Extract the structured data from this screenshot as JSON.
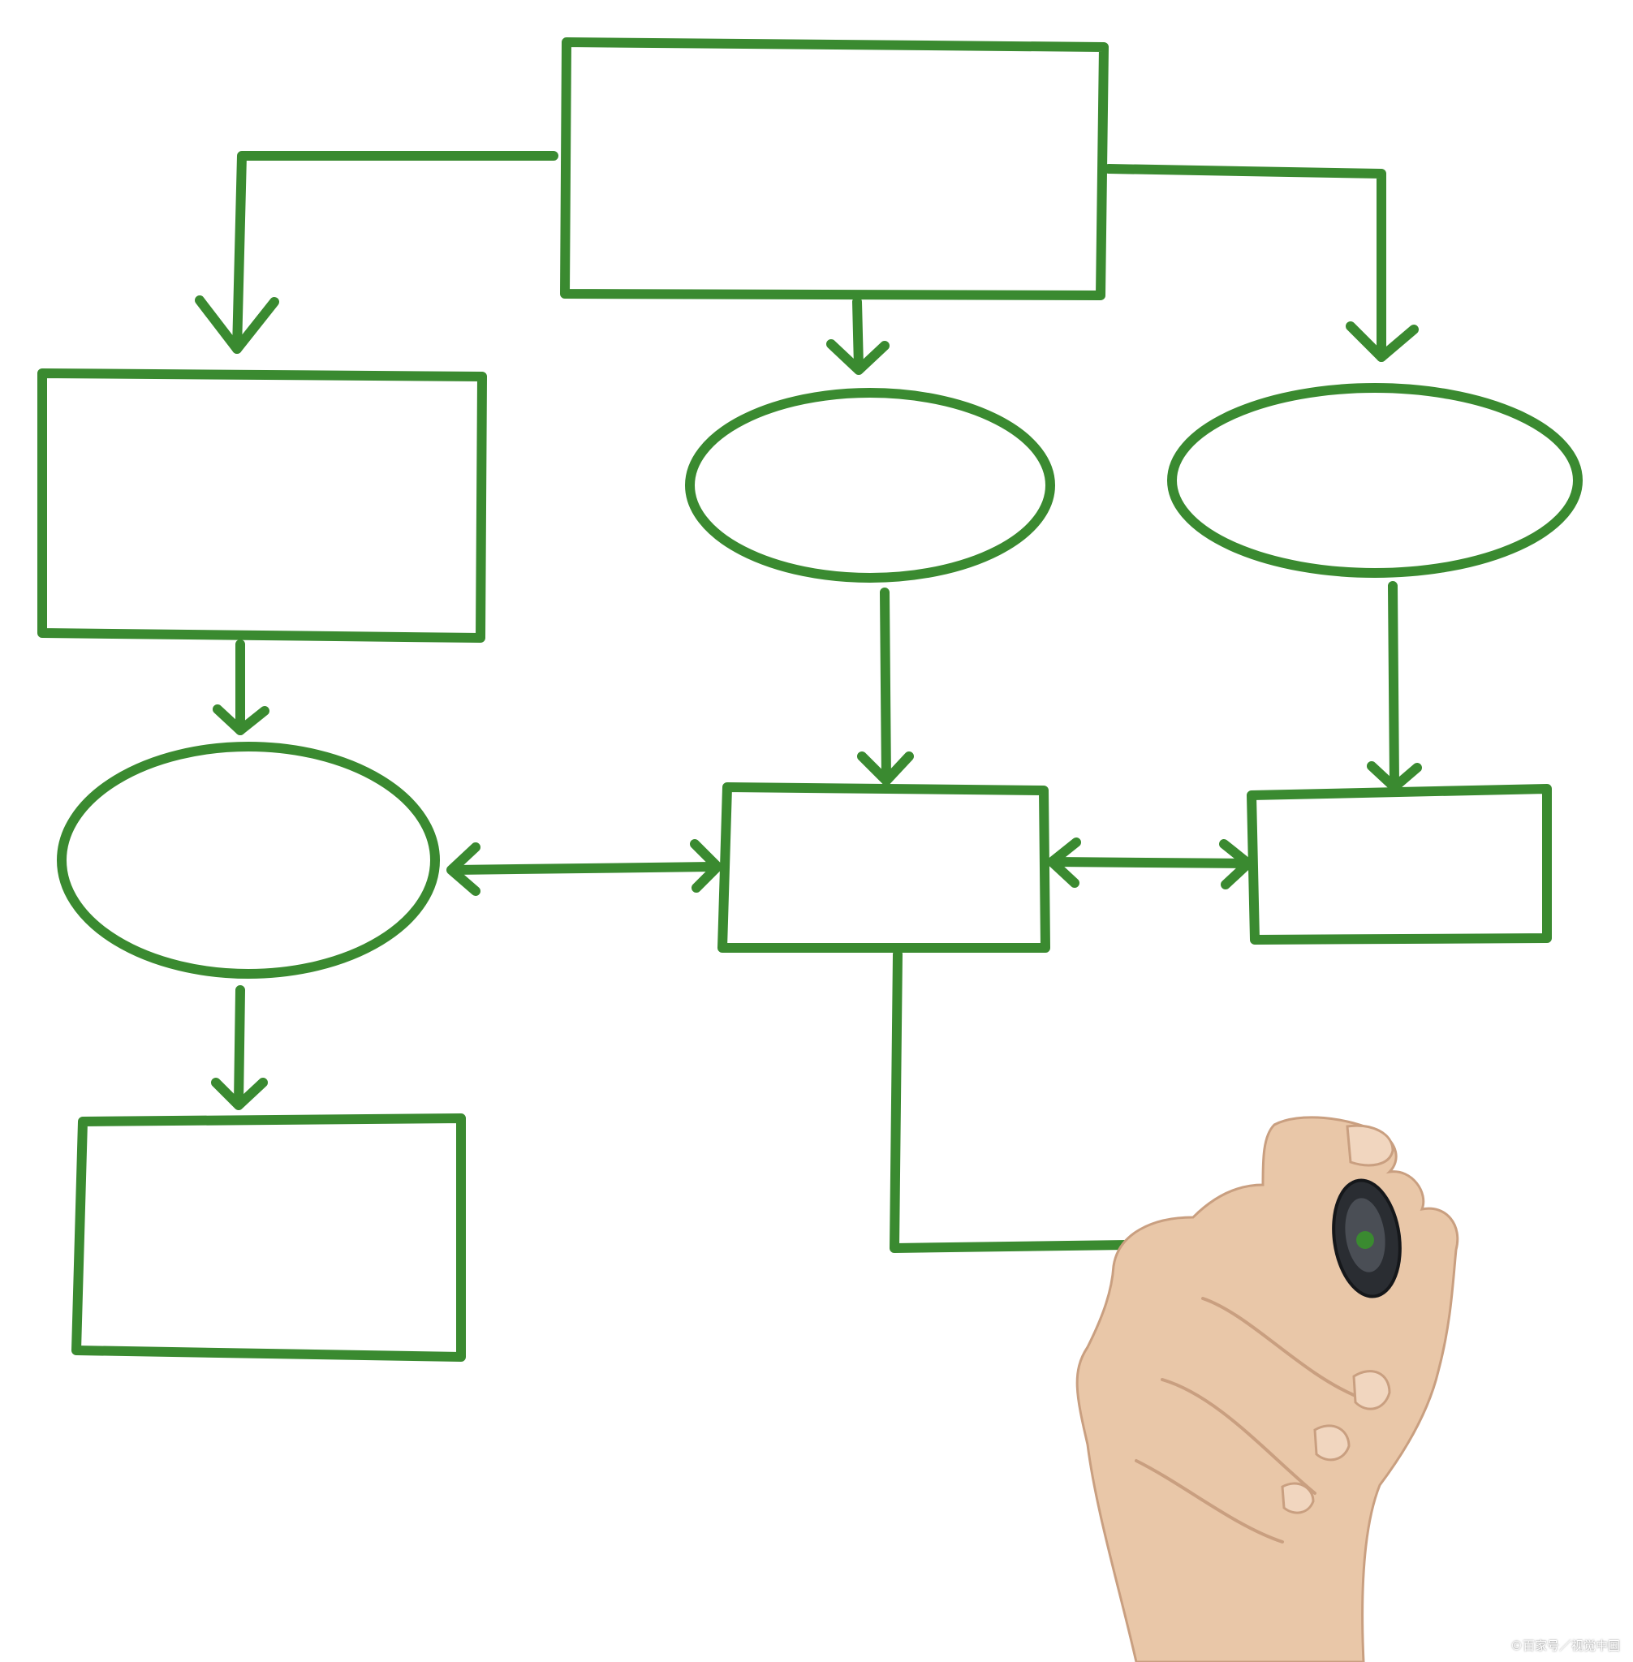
{
  "colors": {
    "background": "#ffffff",
    "stroke": "#3a8a30",
    "skin": "#e9c7a8",
    "skin_shadow": "#c99f80",
    "marker_body": "#2a2d32",
    "marker_tip": "#3a8a30"
  },
  "diagram": {
    "kind": "hand-drawn flowchart",
    "nodes": [
      {
        "id": "top-rect",
        "shape": "rectangle",
        "label": ""
      },
      {
        "id": "left-rect",
        "shape": "rectangle",
        "label": ""
      },
      {
        "id": "mid-ellipse",
        "shape": "ellipse",
        "label": ""
      },
      {
        "id": "right-ellipse",
        "shape": "ellipse",
        "label": ""
      },
      {
        "id": "left-ellipse",
        "shape": "ellipse",
        "label": ""
      },
      {
        "id": "center-rect",
        "shape": "rectangle",
        "label": ""
      },
      {
        "id": "right-rect",
        "shape": "rectangle",
        "label": ""
      },
      {
        "id": "bottom-left-rect",
        "shape": "rectangle",
        "label": ""
      }
    ],
    "edges": [
      {
        "from": "top-rect",
        "to": "left-rect",
        "type": "arrow"
      },
      {
        "from": "top-rect",
        "to": "mid-ellipse",
        "type": "arrow"
      },
      {
        "from": "top-rect",
        "to": "right-ellipse",
        "type": "arrow"
      },
      {
        "from": "left-rect",
        "to": "left-ellipse",
        "type": "arrow"
      },
      {
        "from": "mid-ellipse",
        "to": "center-rect",
        "type": "arrow"
      },
      {
        "from": "right-ellipse",
        "to": "right-rect",
        "type": "arrow"
      },
      {
        "from": "left-ellipse",
        "to": "bottom-left-rect",
        "type": "arrow"
      },
      {
        "from": "left-ellipse",
        "to": "center-rect",
        "type": "double-arrow"
      },
      {
        "from": "center-rect",
        "to": "right-rect",
        "type": "double-arrow"
      },
      {
        "from": "center-rect",
        "to": "marker-tip",
        "type": "line"
      }
    ]
  },
  "watermark": {
    "text": "©百家号／视觉中国"
  }
}
